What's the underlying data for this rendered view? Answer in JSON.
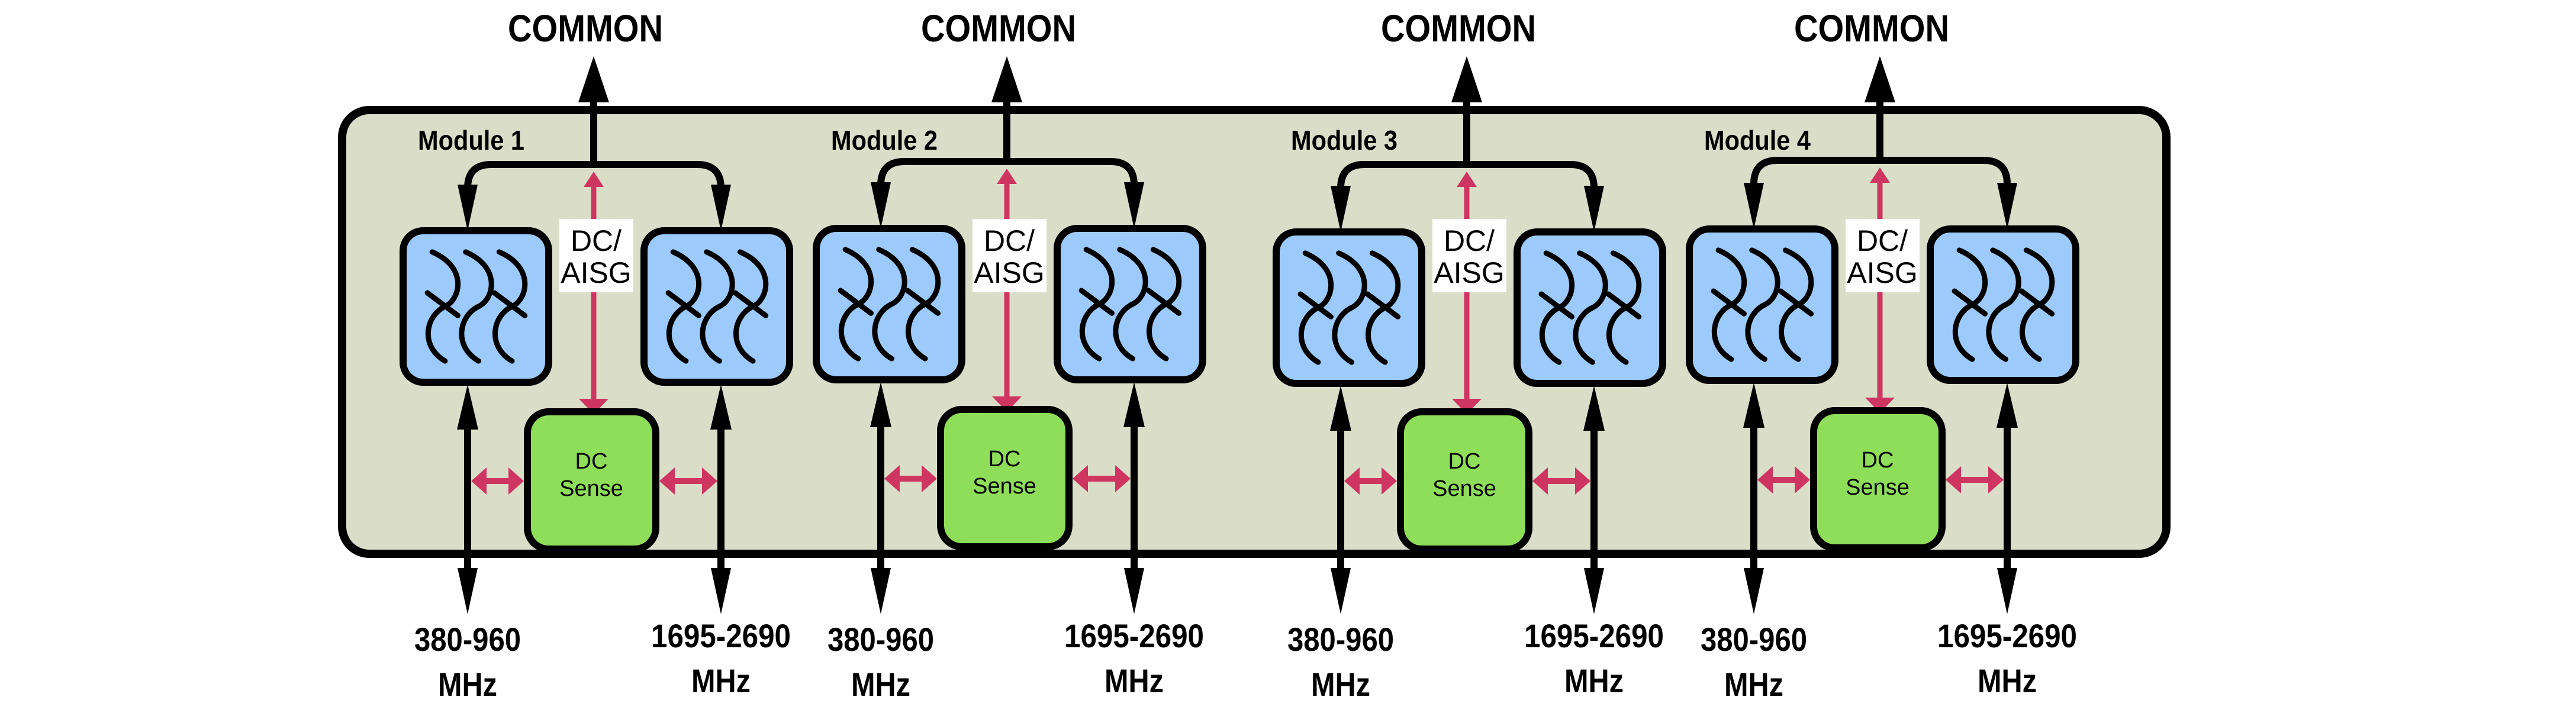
{
  "diagram": {
    "title": "Quad diplexer with DC/AISG pass-through and DC sense",
    "colors": {
      "background": "#ffffff",
      "enclosure_fill": "#dadec8",
      "filter_fill": "#9ccbfb",
      "dc_sense_fill": "#8ede5a",
      "dc_signal": "#cf3561",
      "stroke": "#000000",
      "label_box_fill": "#ffffff"
    },
    "modules": [
      {
        "name": "Module 1",
        "common_label": "COMMON",
        "dc_aisg_label": [
          "DC/",
          "AISG"
        ],
        "dc_sense_label": [
          "DC",
          "Sense"
        ],
        "low_band": {
          "range": "380-960",
          "unit": "MHz"
        },
        "high_band": {
          "range": "1695-2690",
          "unit": "MHz"
        },
        "filters": [
          "low-band filter",
          "high-band filter"
        ]
      },
      {
        "name": "Module 2",
        "common_label": "COMMON",
        "dc_aisg_label": [
          "DC/",
          "AISG"
        ],
        "dc_sense_label": [
          "DC",
          "Sense"
        ],
        "low_band": {
          "range": "380-960",
          "unit": "MHz"
        },
        "high_band": {
          "range": "1695-2690",
          "unit": "MHz"
        },
        "filters": [
          "low-band filter",
          "high-band filter"
        ]
      },
      {
        "name": "Module 3",
        "common_label": "COMMON",
        "dc_aisg_label": [
          "DC/",
          "AISG"
        ],
        "dc_sense_label": [
          "DC",
          "Sense"
        ],
        "low_band": {
          "range": "380-960",
          "unit": "MHz"
        },
        "high_band": {
          "range": "1695-2690",
          "unit": "MHz"
        },
        "filters": [
          "low-band filter",
          "high-band filter"
        ]
      },
      {
        "name": "Module 4",
        "common_label": "COMMON",
        "dc_aisg_label": [
          "DC/",
          "AISG"
        ],
        "dc_sense_label": [
          "DC",
          "Sense"
        ],
        "low_band": {
          "range": "380-960",
          "unit": "MHz"
        },
        "high_band": {
          "range": "1695-2690",
          "unit": "MHz"
        },
        "filters": [
          "low-band filter",
          "high-band filter"
        ]
      }
    ]
  }
}
